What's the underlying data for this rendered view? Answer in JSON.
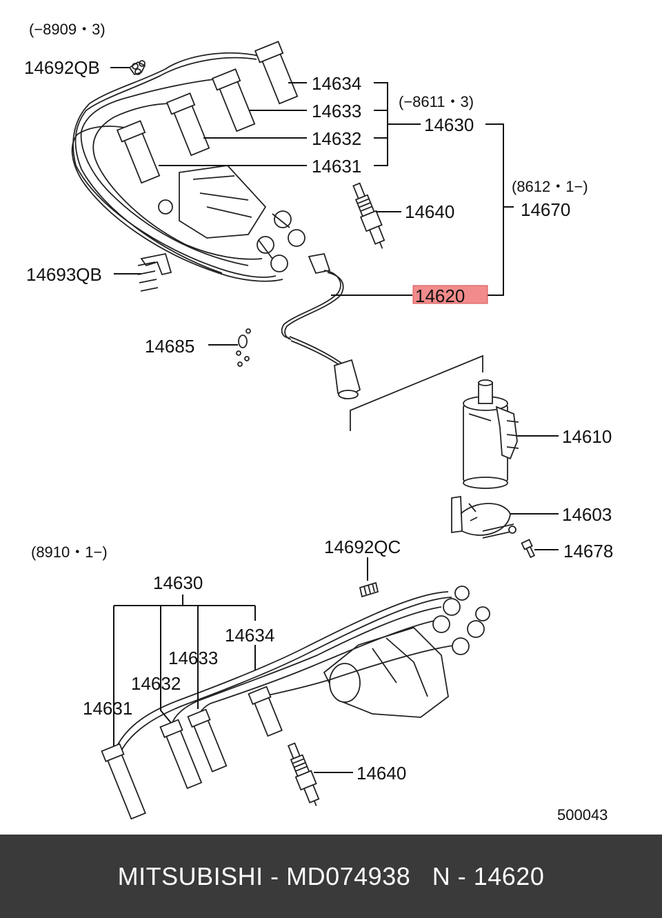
{
  "diagram": {
    "date_ranges": {
      "top_wires": "(−8909・3)",
      "set_old": "(−8611・3)",
      "set_new": "(8612・1−)",
      "bottom_wires": "(8910・1−)"
    },
    "parts": {
      "p14692QB": "14692QB",
      "p14634_top": "14634",
      "p14633_top": "14633",
      "p14632_top": "14632",
      "p14631_top": "14631",
      "p14630_top": "14630",
      "p14670": "14670",
      "p14640_top": "14640",
      "p14693QB": "14693QB",
      "p14620": "14620",
      "p14685": "14685",
      "p14610": "14610",
      "p14603": "14603",
      "p14678": "14678",
      "p14692QC": "14692QC",
      "p14630_bottom": "14630",
      "p14634_bottom": "14634",
      "p14633_bottom": "14633",
      "p14632_bottom": "14632",
      "p14631_bottom": "14631",
      "p14640_bottom": "14640"
    },
    "diagram_code": "500043",
    "highlighted_part": "14620"
  },
  "footer": {
    "text": "MITSUBISHI - MD074938   N - 14620"
  }
}
